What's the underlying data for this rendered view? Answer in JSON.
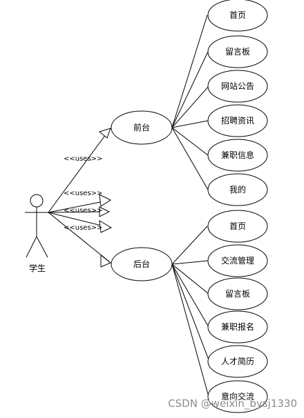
{
  "actor": {
    "label": "学生"
  },
  "stereotype": "<<uses>>",
  "front": {
    "label": "前台",
    "items": [
      "首页",
      "留言板",
      "网站公告",
      "招聘资讯",
      "兼职信息",
      "我的"
    ]
  },
  "back": {
    "label": "后台",
    "items": [
      "首页",
      "交流管理",
      "留言板",
      "兼职报名",
      "人才简历",
      "意向交流"
    ]
  },
  "watermark": "CSDN @weixin_bysj1330"
}
